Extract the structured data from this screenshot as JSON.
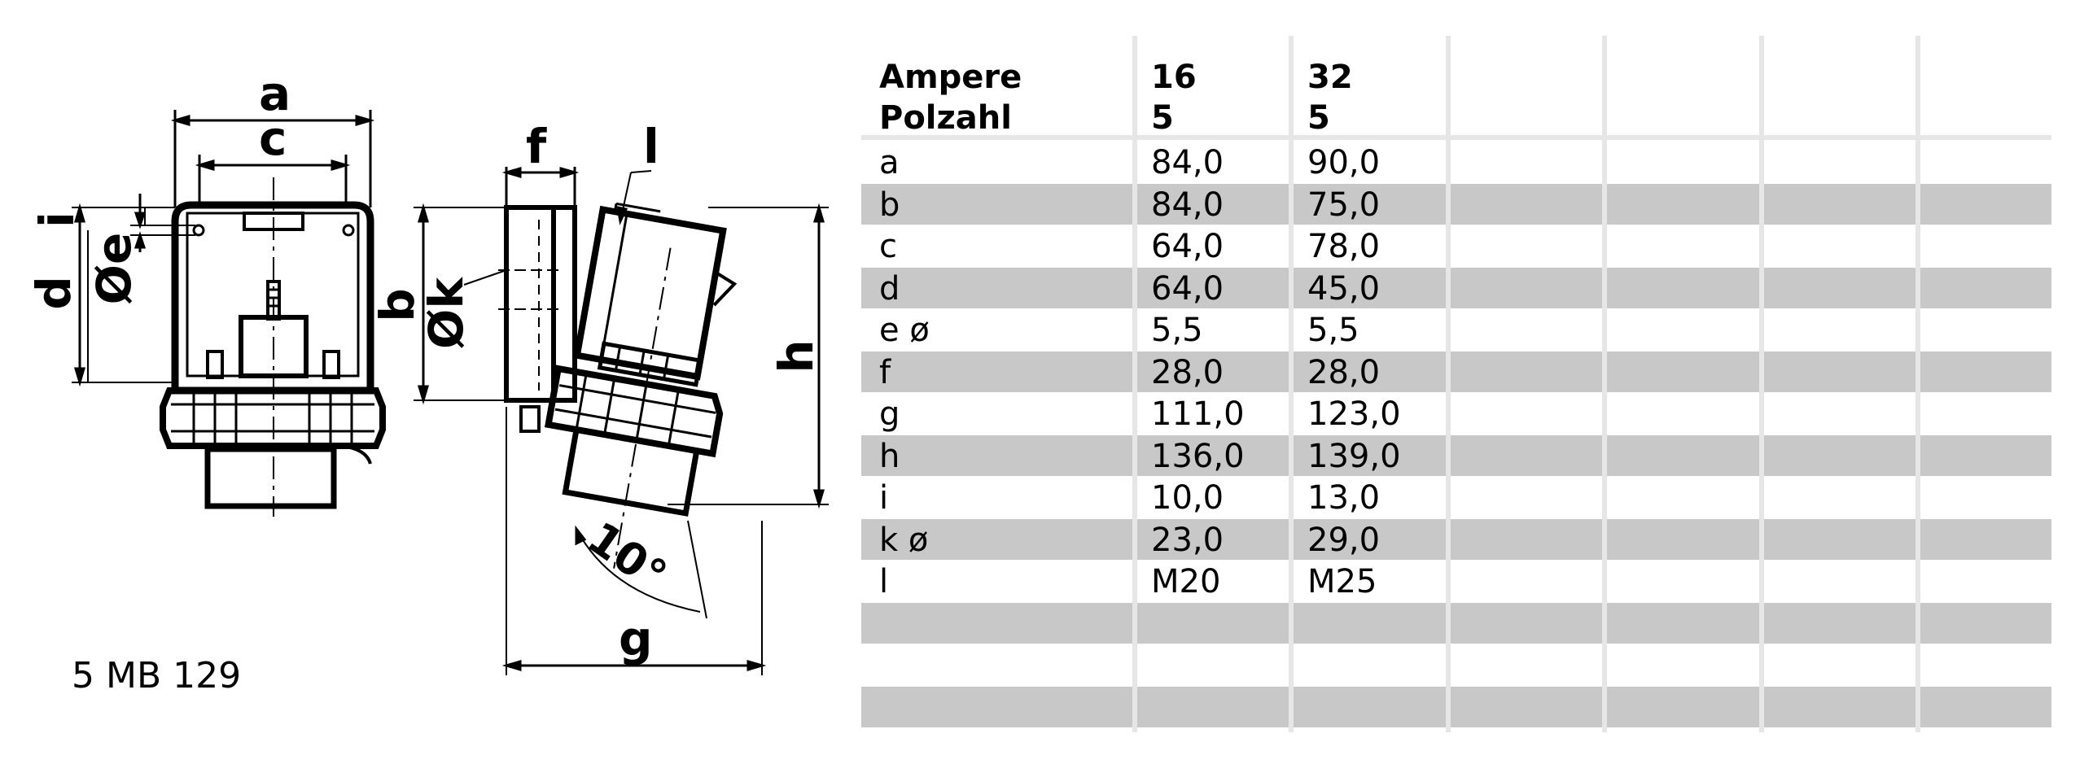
{
  "drawing": {
    "labels": {
      "a": "a",
      "c": "c",
      "d": "d",
      "i": "i",
      "e": "Øe",
      "b": "b",
      "f": "f",
      "l": "l",
      "k": "Øk",
      "h": "h",
      "g": "g",
      "angle": "10°"
    },
    "model": "5 MB 129"
  },
  "table": {
    "header": {
      "label_line1": "Ampere",
      "label_line2": "Polzahl",
      "col1_line1": "16",
      "col1_line2": "5",
      "col2_line1": "32",
      "col2_line2": "5"
    },
    "rows": [
      {
        "label": "a",
        "v16": "84,0",
        "v32": "90,0"
      },
      {
        "label": "b",
        "v16": "84,0",
        "v32": "75,0"
      },
      {
        "label": "c",
        "v16": "64,0",
        "v32": "78,0"
      },
      {
        "label": "d",
        "v16": "64,0",
        "v32": "45,0"
      },
      {
        "label": "e ø",
        "v16": "5,5",
        "v32": "5,5"
      },
      {
        "label": "f",
        "v16": "28,0",
        "v32": "28,0"
      },
      {
        "label": "g",
        "v16": "111,0",
        "v32": "123,0"
      },
      {
        "label": "h",
        "v16": "136,0",
        "v32": "139,0"
      },
      {
        "label": "i",
        "v16": "10,0",
        "v32": "13,0"
      },
      {
        "label": "k ø",
        "v16": "23,0",
        "v32": "29,0"
      },
      {
        "label": "l",
        "v16": "M20",
        "v32": "M25"
      },
      {
        "label": "",
        "v16": "",
        "v32": ""
      },
      {
        "label": "",
        "v16": "",
        "v32": ""
      },
      {
        "label": "",
        "v16": "",
        "v32": ""
      }
    ]
  }
}
